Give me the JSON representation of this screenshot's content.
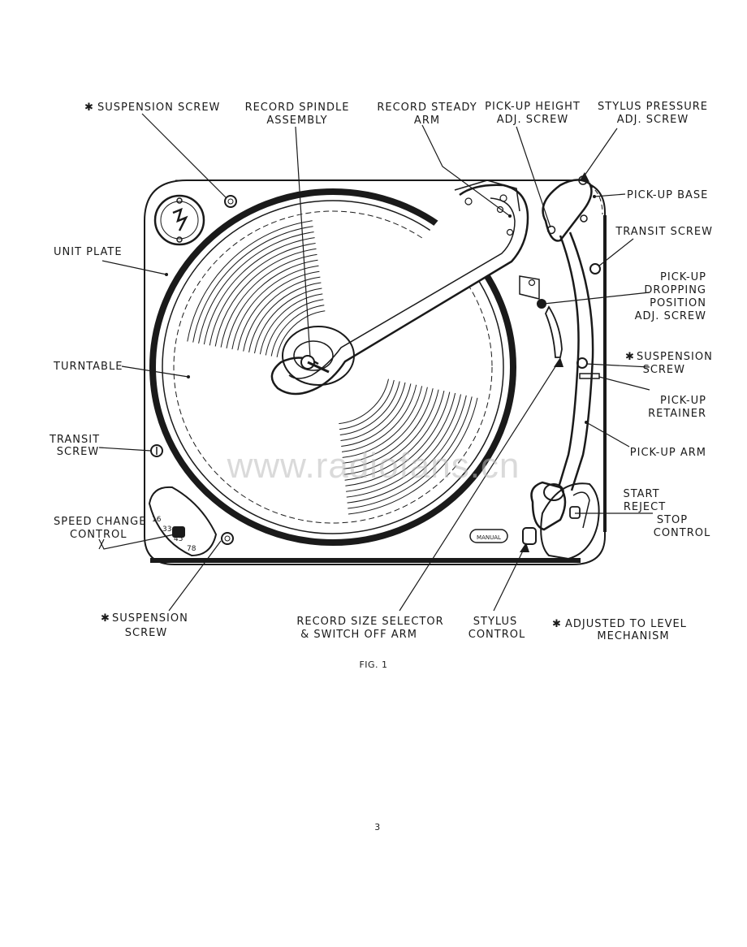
{
  "labels": {
    "suspension_screw_top": "SUSPENSION  SCREW",
    "record_spindle_line1": "RECORD SPINDLE",
    "record_spindle_line2": "ASSEMBLY",
    "record_steady_line1": "RECORD  STEADY",
    "record_steady_line2": "ARM",
    "pickup_height_line1": "PICK-UP HEIGHT",
    "pickup_height_line2": "ADJ. SCREW",
    "stylus_pressure_line1": "STYLUS PRESSURE",
    "stylus_pressure_line2": "ADJ. SCREW",
    "pickup_base": "PICK-UP BASE",
    "transit_screw_right": "TRANSIT SCREW",
    "dropping_line1": "PICK-UP",
    "dropping_line2": "DROPPING",
    "dropping_line3": "POSITION",
    "dropping_line4": "ADJ. SCREW",
    "unit_plate": "UNIT PLATE",
    "turntable": "TURNTABLE",
    "suspension_screw_right_line1": "SUSPENSION",
    "suspension_screw_right_line2": "SCREW",
    "pickup_retainer_line1": "PICK-UP",
    "pickup_retainer_line2": "RETAINER",
    "transit_screw_left_line1": "TRANSIT",
    "transit_screw_left_line2": "SCREW",
    "pickup_arm": "PICK-UP  ARM",
    "start_line1": "START",
    "start_line2": "REJECT",
    "start_line3": "STOP",
    "start_line4": "CONTROL",
    "speed_change_line1": "SPEED CHANGE",
    "speed_change_line2": "CONTROL",
    "suspension_screw_bottom_line1": "SUSPENSION",
    "suspension_screw_bottom_line2": "SCREW",
    "record_size_line1": "RECORD  SIZE  SELECTOR",
    "record_size_line2": "& SWITCH  OFF  ARM",
    "stylus_control_line1": "STYLUS",
    "stylus_control_line2": "CONTROL",
    "note_line1": "ADJUSTED TO LEVEL",
    "note_line2": "MECHANISM",
    "star_marker": "✱",
    "figure_caption": "FIG.  1",
    "page_number": "3",
    "manual_badge": "MANUAL",
    "speed_16": "16",
    "speed_33": "33",
    "speed_45": "45",
    "speed_78": "78",
    "watermark": "www.radiofans.cn"
  }
}
